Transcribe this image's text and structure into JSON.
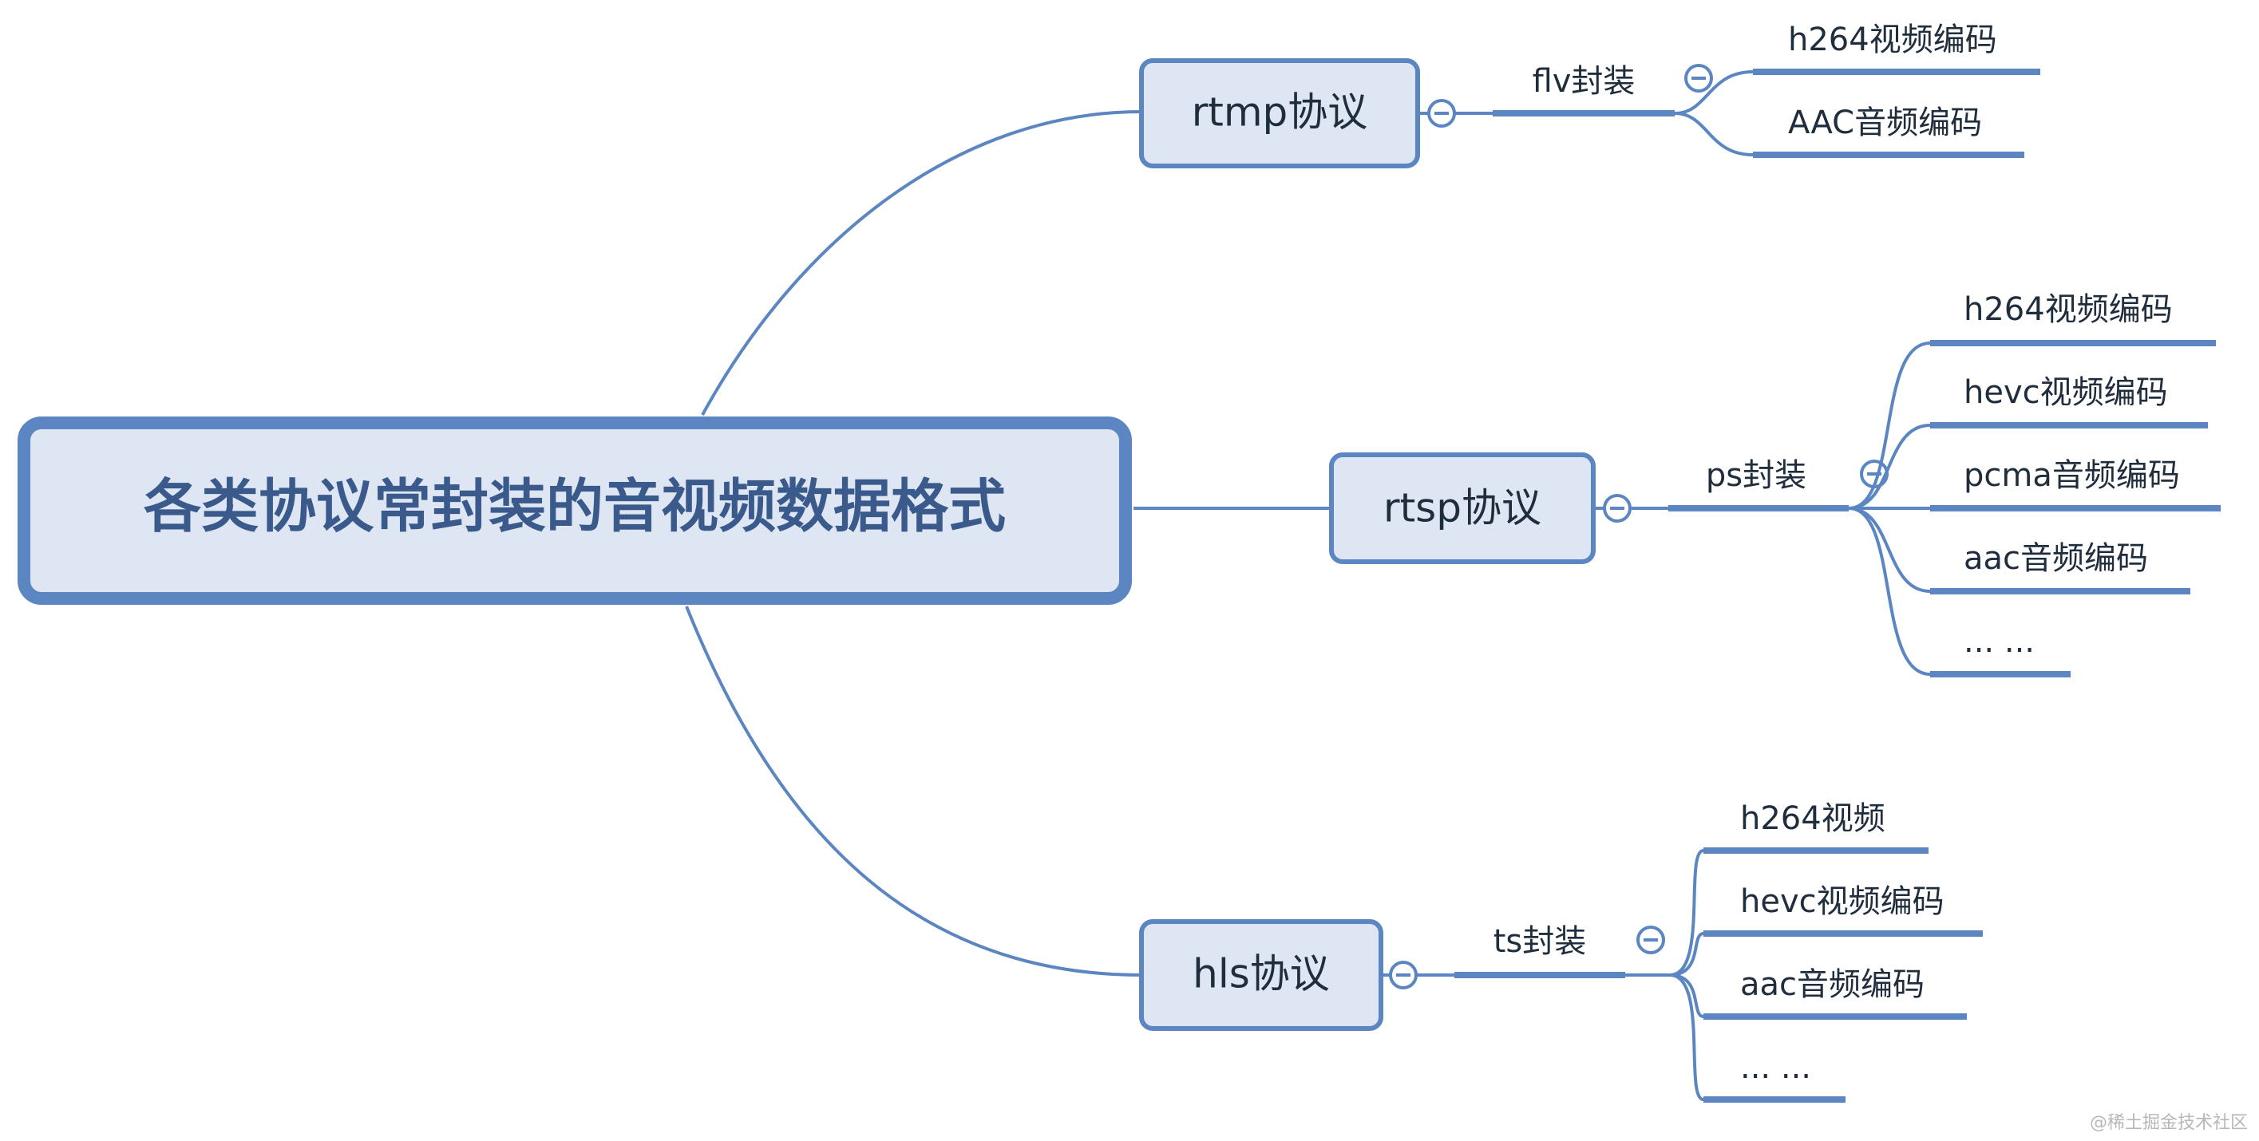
{
  "colors": {
    "line": "#5b86c1",
    "box_fill": "#dfe6f3",
    "root_text": "#3a5a8c",
    "text": "#1f2d3d",
    "background": "#ffffff"
  },
  "root": {
    "title": "各类协议常封装的音视频数据格式"
  },
  "protocols": [
    {
      "label": "rtmp协议",
      "container": "flv封装",
      "codecs": [
        "h264视频编码",
        "AAC音频编码"
      ]
    },
    {
      "label": "rtsp协议",
      "container": "ps封装",
      "codecs": [
        "h264视频编码",
        "hevc视频编码",
        "pcma音频编码",
        "aac音频编码",
        "... ..."
      ]
    },
    {
      "label": "hls协议",
      "container": "ts封装",
      "codecs": [
        "h264视频",
        "hevc视频编码",
        "aac音频编码",
        "... ..."
      ]
    }
  ],
  "collapse_icon": "minus-circle-icon",
  "watermark": "@稀土掘金技术社区"
}
